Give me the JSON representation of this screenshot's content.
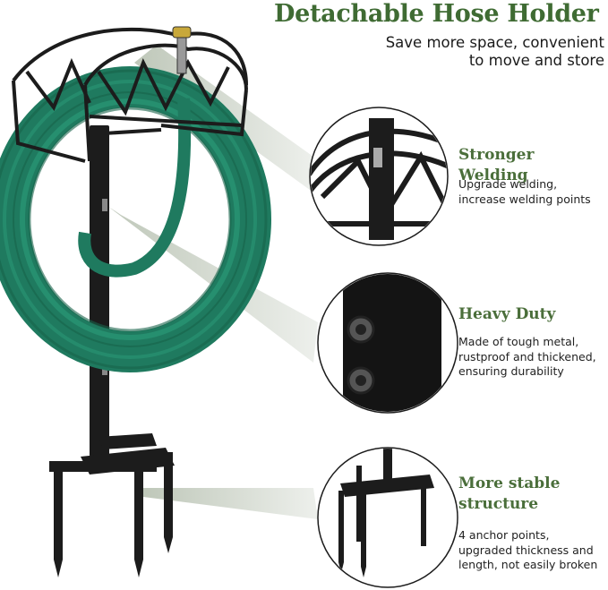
{
  "header": {
    "title": "Detachable Hose Holder",
    "subtitle_line1": "Save more space, convenient",
    "subtitle_line2": "to move and store"
  },
  "features": [
    {
      "title": "Stronger Welding",
      "desc_line1": "Upgrade welding,",
      "desc_line2": "increase welding points"
    },
    {
      "title": "Heavy Duty",
      "desc_line1": "Made of tough metal,",
      "desc_line2": "rustproof and thickened,",
      "desc_line3": "ensuring durability"
    },
    {
      "title_line1": "More stable",
      "title_line2": "structure",
      "desc_line1": "4 anchor points,",
      "desc_line2": "upgraded thickness and",
      "desc_line3": "length, not easily broken"
    }
  ],
  "colors": {
    "title_green": "#3f6b33",
    "hose_green": "#2a8a6e",
    "metal": "#1c1c1c"
  }
}
